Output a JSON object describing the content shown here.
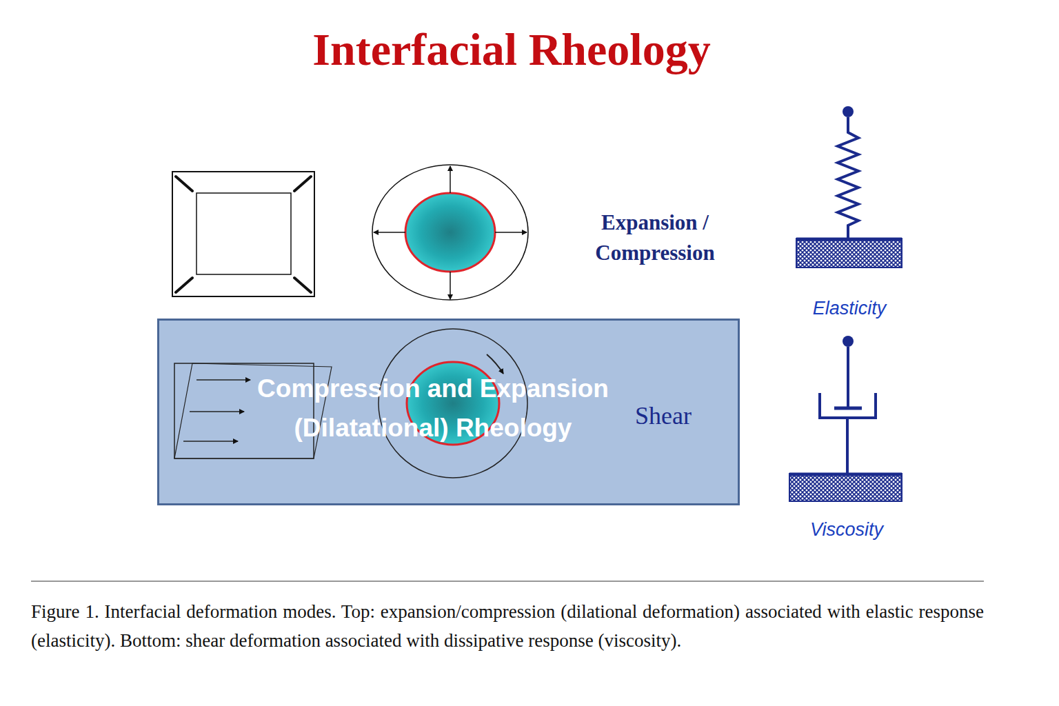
{
  "diagram": {
    "title": "Interfacial Rheology",
    "caption": "Figure 1. Interfacial deformation modes. Top: expansion/compression (dilational deformation) associated with elastic response (elasticity). Bottom: shear deformation associated with dissipative response (viscosity).",
    "nodes": [
      {
        "text": [
          "Compression and Expansion (Dilatational) Rheology",
          "Shear"
        ]
      }
    ],
    "labels": [
      "Expansion / Compression",
      "Elasticity",
      "Viscosity"
    ]
  }
}
